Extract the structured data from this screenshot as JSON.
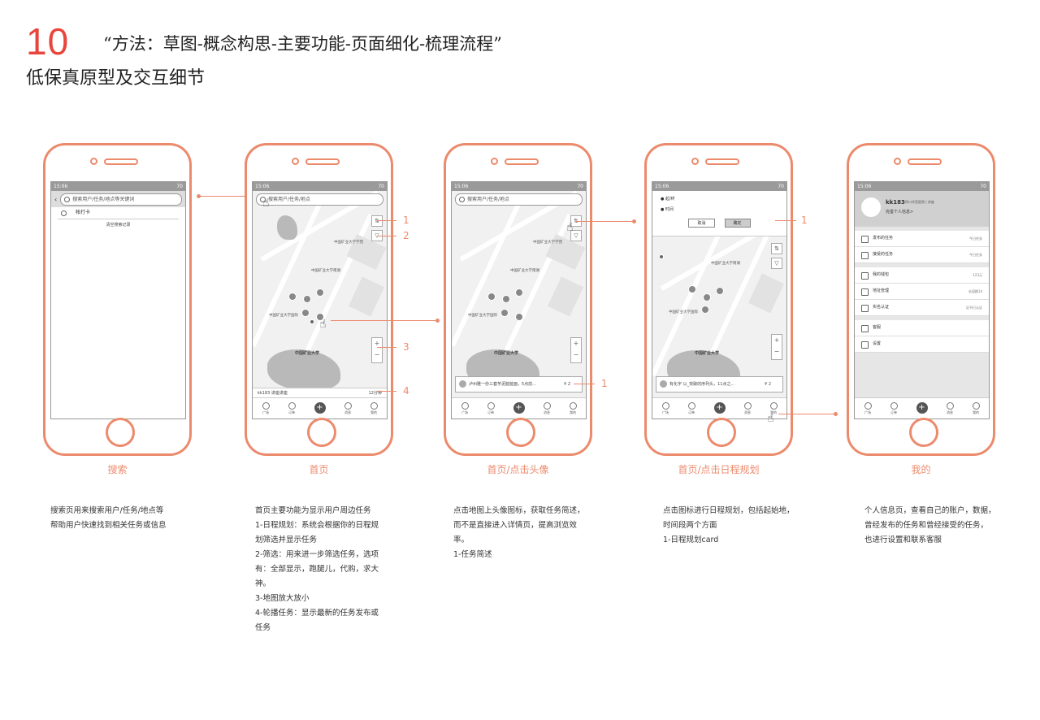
{
  "header": {
    "page_number": "10",
    "headline": "“方法：草图-概念构思-主要功能-页面细化-梳理流程”",
    "subtitle": "低保真原型及交互细节"
  },
  "status_bar": {
    "time": "15:06",
    "battery": "70"
  },
  "screens": [
    {
      "caption": "搜索",
      "search_placeholder": "搜索用户/任务/地点等关键词",
      "history_item": "帐打卡",
      "clear_history": "清空搜索记录",
      "description": [
        "搜索页用来搜索用户/任务/地点等",
        "帮助用户快速找到相关任务或信息"
      ]
    },
    {
      "caption": "首页",
      "search_placeholder": "搜索用户/任务/地点",
      "campus_label": "中国矿业大学",
      "ticker_text": "kk183  讲座讲座",
      "ticker_time": "12分钟",
      "callouts": [
        "1",
        "2",
        "3",
        "4"
      ],
      "description": [
        "首页主要功能为显示用户周边任务",
        "1-日程规划：系统会根据你的日程规",
        "划筛选并显示任务",
        "2-筛选：用来进一步筛选任务，选项",
        "有：全部显示，跑腿儿，代购，求大",
        "神。",
        "3-地图放大放小",
        "4-轮播任务：显示最新的任务发布或",
        "任务"
      ]
    },
    {
      "caption": "首页/点击头像",
      "search_placeholder": "搜索用户/任务/地点",
      "campus_label": "中国矿业大学",
      "card_text": "泸州雅一份三套芋泥脏脏面，5点前...",
      "card_price": "¥ 2",
      "callouts": [
        "1"
      ],
      "description": [
        "点击地图上头像图标，获取任务简述，",
        "而不是直接进入详情页，提高浏览效",
        "率。",
        "1-任务简述"
      ]
    },
    {
      "caption": "首页/点击日程规划",
      "start_label": "起/终",
      "time_label": "时间",
      "cancel_button": "取消",
      "confirm_button": "确定",
      "campus_label": "中国矿业大学",
      "card_text": "有化宇  以_突破的序列头，11点之...",
      "card_price": "¥ 2",
      "callouts": [
        "1"
      ],
      "description": [
        "点击图标进行日程规划，包括起始地，",
        "时间段两个方面",
        "1-日程规划card"
      ]
    },
    {
      "caption": "我的",
      "username": "kk183",
      "user_school": "四川华西医院 | 讲座",
      "complete_profile": "完善个人信息>",
      "menu": [
        {
          "label": "发布的任务",
          "value": "今日任务"
        },
        {
          "label": "接受的任务",
          "value": "今日任务"
        },
        {
          "label": "我的钱包",
          "value": "123元"
        },
        {
          "label": "地址管理",
          "value": "长园路14"
        },
        {
          "label": "实名认证",
          "value": "证书已认证"
        },
        {
          "label": "客服",
          "value": ""
        },
        {
          "label": "设置",
          "value": ""
        }
      ],
      "description": [
        "个人信息页，查看自己的账户，数据，",
        "曾经发布的任务和曾经接受的任务，",
        "也进行设置和联系客服"
      ]
    }
  ],
  "tab_labels": [
    "广场",
    "订单",
    "",
    "消息",
    "我的"
  ],
  "map_labels": [
    "中国矿业大学学苑",
    "中国矿业大学南湖",
    "中国矿业大学国际"
  ]
}
